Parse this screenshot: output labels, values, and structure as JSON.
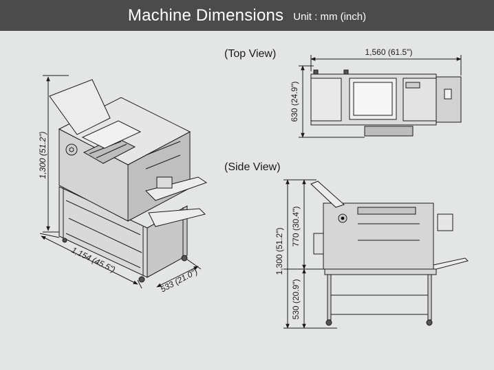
{
  "header": {
    "title": "Machine Dimensions",
    "unit": "Unit : mm (inch)"
  },
  "iso_view": {
    "height_label": "1,300 (51.2\")",
    "length_label": "1,154 (45.5\")",
    "depth_label": "533 (21.0\")"
  },
  "top_view": {
    "label": "(Top View)",
    "width_label": "1,560 (61.5\")",
    "depth_label": "630 (24.9\")"
  },
  "side_view": {
    "label": "(Side View)",
    "total_height_label": "1,300 (51.2\")",
    "upper_height_label": "770 (30.4\")",
    "stand_height_label": "530 (20.9\")"
  },
  "colors": {
    "header_bg": "#4b4b4c",
    "panel_bg": "#e4e5e5",
    "machine_fill": "#d6d6d6",
    "line": "#1a1a1a"
  }
}
